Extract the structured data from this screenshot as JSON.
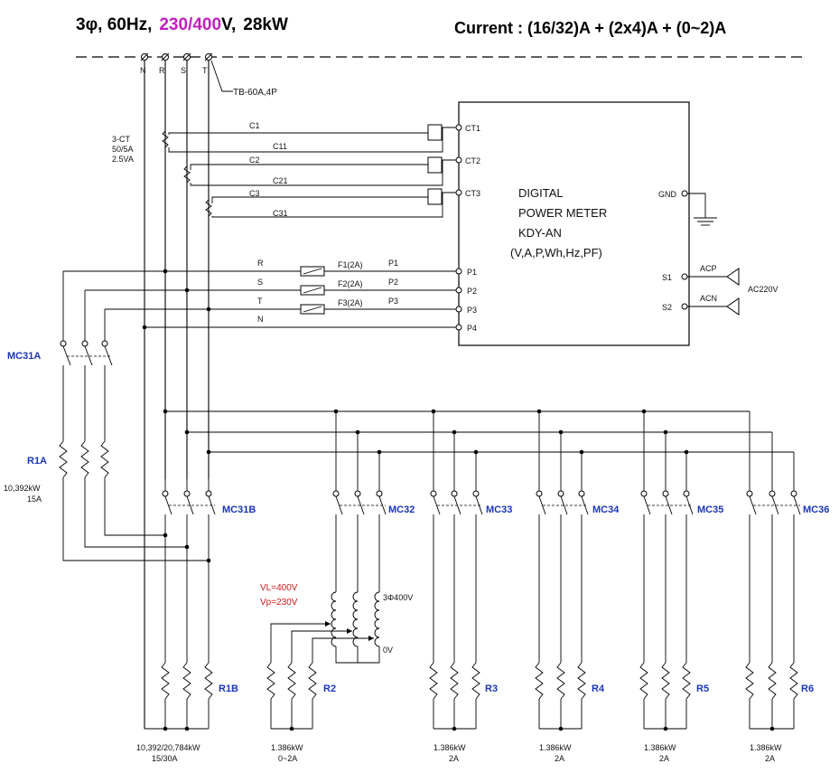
{
  "header": {
    "left_prefix": "3φ, 60Hz,",
    "voltage_highlight": "230/400",
    "voltage_unit": "V,",
    "power": "28kW",
    "current": "Current : (16/32)A + (2x4)A + (0~2)A",
    "highlight_color": "#c020c0"
  },
  "supply": {
    "phases": [
      "N",
      "R",
      "S",
      "T"
    ],
    "terminal_block": "TB-60A,4P"
  },
  "ct": {
    "spec": [
      "3-CT",
      "50/5A",
      "2.5VA"
    ],
    "wires": [
      "C1",
      "C11",
      "C2",
      "C21",
      "C3",
      "C31"
    ]
  },
  "power_meter": {
    "title_lines": [
      "DIGITAL",
      "POWER METER",
      "KDY-AN",
      "(V,A,P,Wh,Hz,PF)"
    ],
    "ct_terminals": [
      "CT1",
      "CT2",
      "CT3"
    ],
    "gnd": "GND",
    "p_terminals": [
      "P1",
      "P2",
      "P3",
      "P4"
    ],
    "aux_terminals": [
      "S1",
      "S2"
    ],
    "aux_labels": [
      "ACP",
      "ACN"
    ],
    "aux_supply": "AC220V"
  },
  "potential_lines": {
    "phase_labels": [
      "R",
      "S",
      "T",
      "N"
    ],
    "fuses": [
      "F1(2A)",
      "F2(2A)",
      "F3(2A)"
    ],
    "p_labels": [
      "P1",
      "P2",
      "P3"
    ]
  },
  "contactors": [
    "MC31A",
    "MC31B",
    "MC32",
    "MC33",
    "MC34",
    "MC35",
    "MC36"
  ],
  "loads": {
    "r1a": {
      "name": "R1A",
      "rating": [
        "10,392kW",
        "15A"
      ]
    },
    "r1b": {
      "name": "R1B",
      "rating": [
        "10,392/20,784kW",
        "15/30A"
      ]
    },
    "r2": {
      "name": "R2",
      "rating": [
        "1.386kW",
        "0~2A"
      ]
    },
    "r3": {
      "name": "R3",
      "rating": [
        "1.386kW",
        "2A"
      ]
    },
    "r4": {
      "name": "R4",
      "rating": [
        "1.386kW",
        "2A"
      ]
    },
    "r5": {
      "name": "R5",
      "rating": [
        "1.386kW",
        "2A"
      ]
    },
    "r6": {
      "name": "R6",
      "rating": [
        "1.386kW",
        "2A"
      ]
    }
  },
  "transformer": {
    "vl": "VL=400V",
    "vp": "Vp=230V",
    "rating": "3Φ400V",
    "zero": "0V",
    "note_color": "#d11818"
  },
  "label_color": "#1a35b8"
}
